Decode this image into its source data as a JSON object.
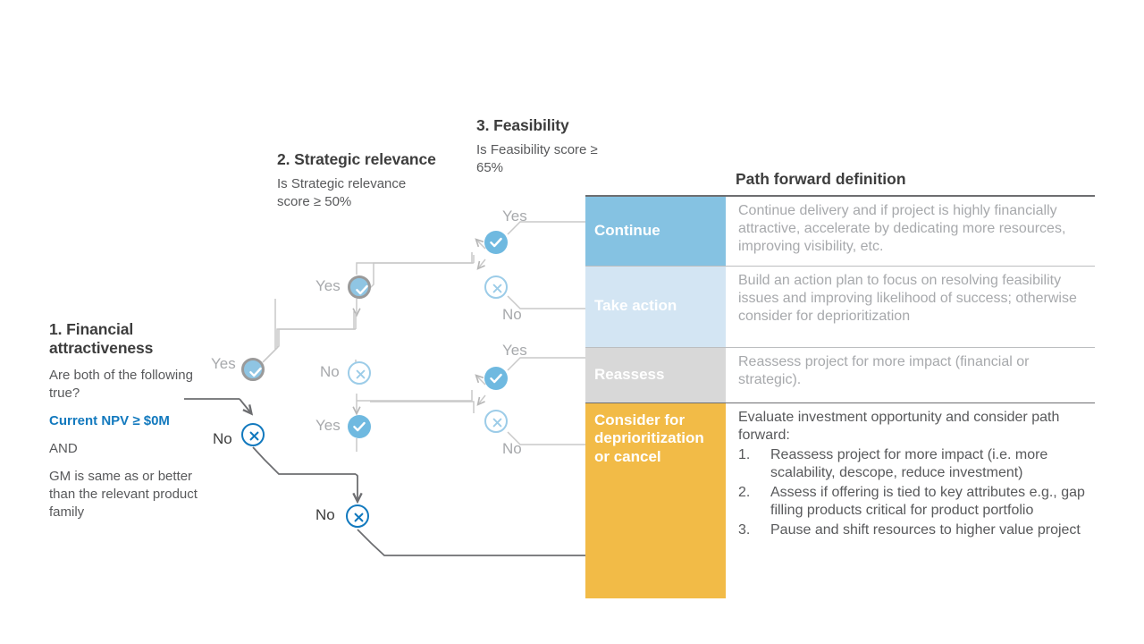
{
  "stages": [
    {
      "id": "financial",
      "title": "1. Financial attractiveness",
      "subtitle": "Are both of the following true?",
      "criteria": [
        {
          "text": "Current NPV ≥ $0M",
          "accent": true
        },
        {
          "text": "AND",
          "accent": false
        },
        {
          "text": "GM is same as or better than the relevant product family",
          "accent": false
        }
      ]
    },
    {
      "id": "strategic",
      "title": "2. Strategic relevance",
      "subtitle": "Is Strategic relevance score ≥ 50%"
    },
    {
      "id": "feasibility",
      "title": "3. Feasibility",
      "subtitle": "Is Feasibility score ≥ 65%"
    }
  ],
  "edge_labels": {
    "yes": "Yes",
    "no": "No"
  },
  "nodes": [
    {
      "id": "s1-yes",
      "kind": "gray-check",
      "label": "Yes"
    },
    {
      "id": "s1-no",
      "kind": "dark-x",
      "label": "No"
    },
    {
      "id": "s2-top-yes",
      "kind": "gray-check",
      "label": "Yes"
    },
    {
      "id": "s2-top-no",
      "kind": "light-x",
      "label": "No"
    },
    {
      "id": "s2-bot-yes",
      "kind": "blue-check",
      "label": "Yes"
    },
    {
      "id": "s2-bot-no",
      "kind": "dark-x",
      "label": "No"
    },
    {
      "id": "s3-a-yes",
      "kind": "blue-check",
      "label": "Yes"
    },
    {
      "id": "s3-a-no",
      "kind": "light-x",
      "label": "No"
    },
    {
      "id": "s3-b-yes",
      "kind": "blue-check",
      "label": "Yes"
    },
    {
      "id": "s3-b-no",
      "kind": "light-x",
      "label": "No"
    }
  ],
  "table": {
    "header": "Path forward definition",
    "rows": [
      {
        "category": "Continue",
        "description": "Continue delivery and if project is highly financially attractive, accelerate by dedicating more resources, improving visibility, etc.",
        "color": "#85c2e2",
        "muted": true
      },
      {
        "category": "Take action",
        "description": "Build an action plan to focus on resolving feasibility issues and improving likelihood of success; otherwise consider for deprioritization",
        "color": "#d3e5f3",
        "muted": true
      },
      {
        "category": "Reassess",
        "description": "Reassess project for more impact (financial or strategic).",
        "color": "#d8d8d8",
        "muted": true
      },
      {
        "category": "Consider for deprioritization or cancel",
        "description": "Evaluate investment opportunity and consider path forward:",
        "color": "#f2bb47",
        "muted": false,
        "list": [
          {
            "num": "1.",
            "text": "Reassess project for more impact (i.e. more scalability, descope, reduce investment)"
          },
          {
            "num": "2.",
            "text": "Assess if offering is tied to key attributes e.g., gap filling products critical for product portfolio"
          },
          {
            "num": "3.",
            "text": "Pause and shift resources to higher value project"
          }
        ]
      }
    ]
  },
  "colors": {
    "accent_blue": "#1279be",
    "light_blue": "#9ccce8",
    "node_blue": "#6fb9e0",
    "muted_gray": "#a7a9ac",
    "text_gray": "#58595b",
    "orange": "#f2bb47"
  }
}
